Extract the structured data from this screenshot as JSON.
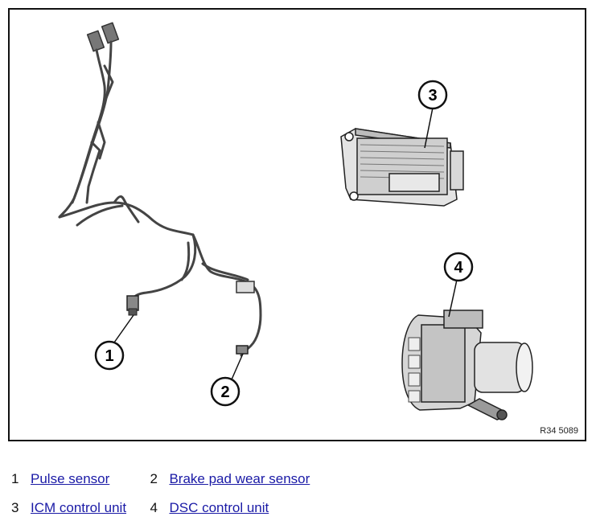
{
  "figure": {
    "reference_code": "R34 5089",
    "callouts": [
      {
        "number": "1"
      },
      {
        "number": "2"
      },
      {
        "number": "3"
      },
      {
        "number": "4"
      }
    ]
  },
  "legend": {
    "rows": [
      [
        {
          "number": "1",
          "label": "Pulse sensor"
        },
        {
          "number": "2",
          "label": "Brake pad wear sensor"
        }
      ],
      [
        {
          "number": "3",
          "label": "ICM control unit"
        },
        {
          "number": "4",
          "label": "DSC control unit"
        }
      ]
    ]
  },
  "colors": {
    "link": "#1a1aa6",
    "line": "#111111",
    "part_gray": "#c8c8c8"
  }
}
